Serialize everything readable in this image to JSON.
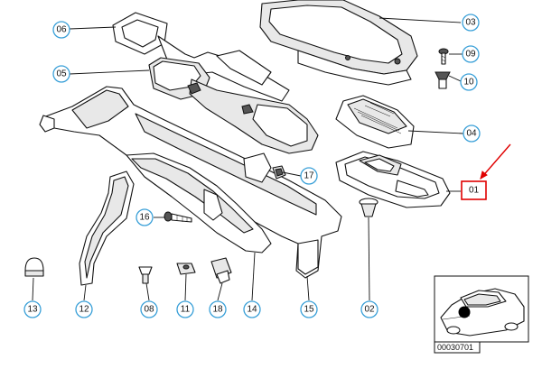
{
  "callouts": [
    {
      "key": "c06",
      "label": "06"
    },
    {
      "key": "c05",
      "label": "05"
    },
    {
      "key": "c03",
      "label": "03"
    },
    {
      "key": "c09",
      "label": "09"
    },
    {
      "key": "c10",
      "label": "10"
    },
    {
      "key": "c04",
      "label": "04"
    },
    {
      "key": "c17",
      "label": "17"
    },
    {
      "key": "c01",
      "label": "01"
    },
    {
      "key": "c16",
      "label": "16"
    },
    {
      "key": "c13",
      "label": "13"
    },
    {
      "key": "c12",
      "label": "12"
    },
    {
      "key": "c08",
      "label": "08"
    },
    {
      "key": "c11",
      "label": "11"
    },
    {
      "key": "c18",
      "label": "18"
    },
    {
      "key": "c14",
      "label": "14"
    },
    {
      "key": "c15",
      "label": "15"
    },
    {
      "key": "c02",
      "label": "02"
    }
  ],
  "highlight": {
    "label": "01",
    "color": "#e00000"
  },
  "inset": {
    "code": "00030701"
  },
  "colors": {
    "callout_ring": "#3aa0d8",
    "highlight": "#e00000",
    "line": "#111111"
  }
}
